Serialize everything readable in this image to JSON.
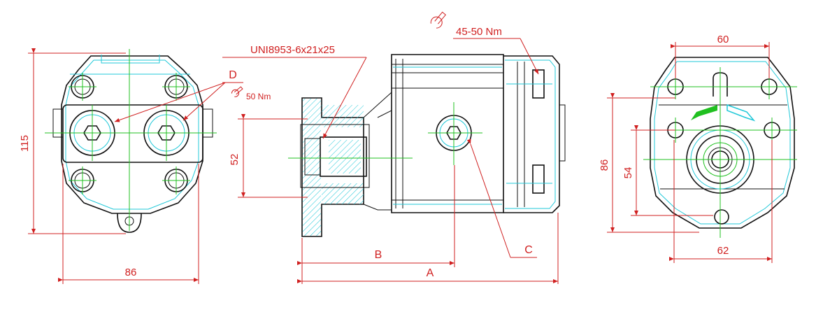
{
  "dimensions": {
    "front_height": "115",
    "front_width": "86",
    "side_flange_height": "52",
    "rear_top_width": "60",
    "rear_bottom_width": "62",
    "rear_height": "86",
    "rear_inner_height": "54",
    "length_b": "B",
    "length_a": "A"
  },
  "callouts": {
    "port_label": "D",
    "port_torque": "50 Nm",
    "key_spec": "UNI8953-6x21x25",
    "bolt_torque": "45-50 Nm",
    "plug_label": "C"
  },
  "icons": [
    "wrench-icon",
    "rotation-arrow-icon"
  ],
  "colors": {
    "dimension": "#d02020",
    "outline": "#111111",
    "hidden": "#20c8d8",
    "centerline": "#20c020"
  }
}
